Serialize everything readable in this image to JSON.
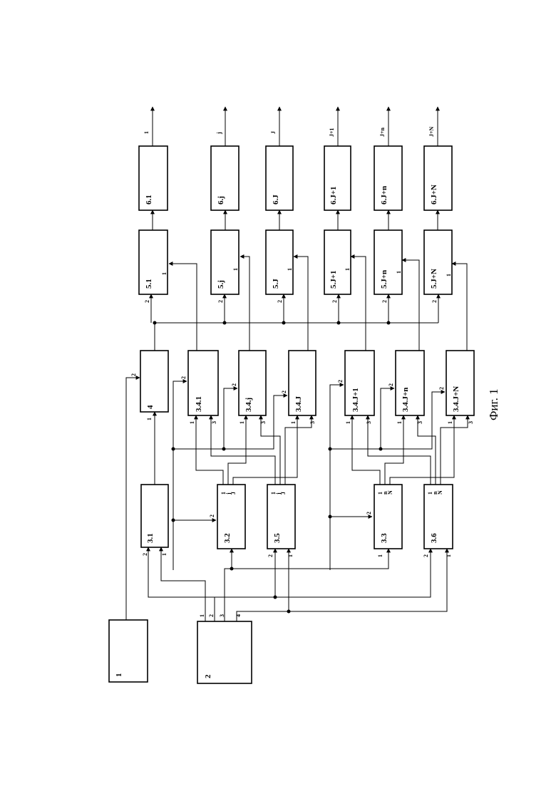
{
  "caption": "Фиг. 1",
  "blocks": {
    "b1": "1",
    "b2": "2",
    "b31": "3.1",
    "b32": "3.2",
    "b35": "3.5",
    "b33": "3.3",
    "b36": "3.6",
    "b4": "4",
    "b341": "3.4.1",
    "b34j": "3.4.j",
    "b34J": "3.4.J",
    "b34J1": "3.4.J+1",
    "b34Jn": "3.4.J+n",
    "b34JN": "3.4.J+N",
    "b51": "5.1",
    "b5j": "5.j",
    "b5J": "5.J",
    "b5J1": "5.J+1",
    "b5Jn": "5.J+n",
    "b5JN": "5.J+N",
    "b61": "6.1",
    "b6j": "6.j",
    "b6J": "6.J",
    "b6J1": "6.J+1",
    "b6Jn": "6.J+n",
    "b6JN": "6.J+N"
  },
  "outputs": [
    "1",
    "j",
    "J",
    "J+1",
    "J+n",
    "J+N"
  ],
  "pins": {
    "p1": "1",
    "p2": "2",
    "p3": "3",
    "p4": "4",
    "demux_1": "1",
    "demux_j": "j",
    "demux_J": "J",
    "demux_n": "n",
    "demux_N": "N"
  }
}
